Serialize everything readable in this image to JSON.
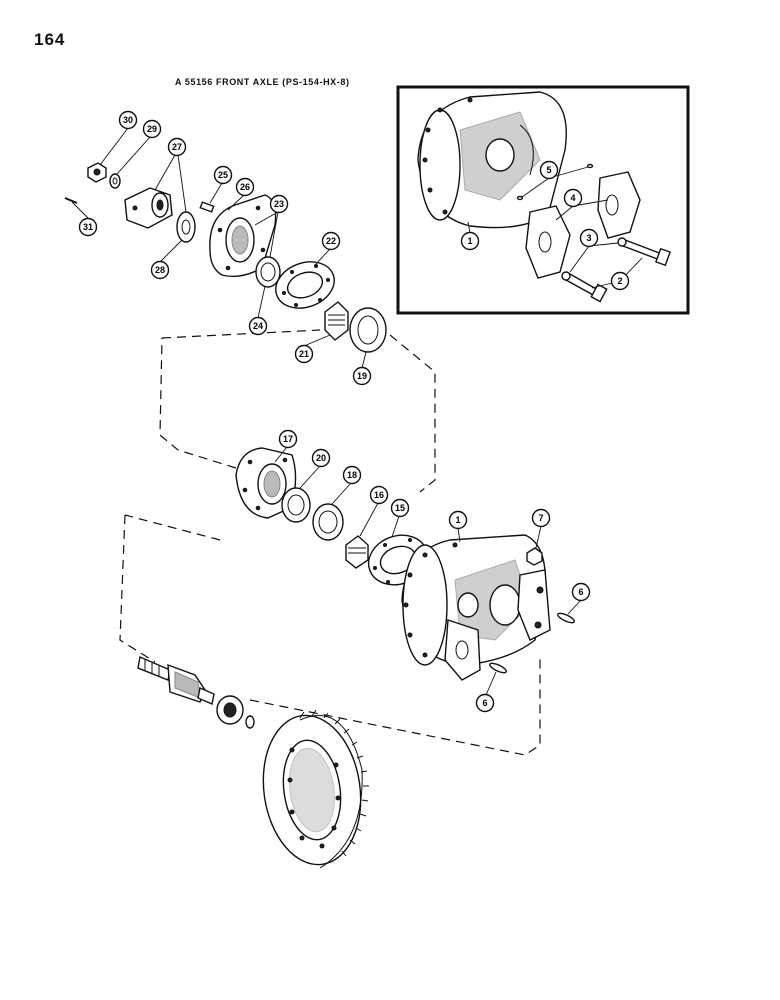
{
  "page": {
    "number": "164",
    "title": "A 55156 FRONT AXLE (PS-154-HX-8)"
  },
  "callouts": {
    "c30": "30",
    "c29": "29",
    "c27": "27",
    "c25": "25",
    "c26": "26",
    "c23": "23",
    "c22": "22",
    "c31": "31",
    "c28": "28",
    "c24": "24",
    "c21": "21",
    "c19": "19",
    "c17": "17",
    "c20": "20",
    "c18": "18",
    "c16": "16",
    "c15": "15",
    "c1_main": "1",
    "c7": "7",
    "c6_right": "6",
    "c6_lower": "6",
    "c1_inset": "1",
    "c5": "5",
    "c4": "4",
    "c3": "3",
    "c2": "2"
  }
}
